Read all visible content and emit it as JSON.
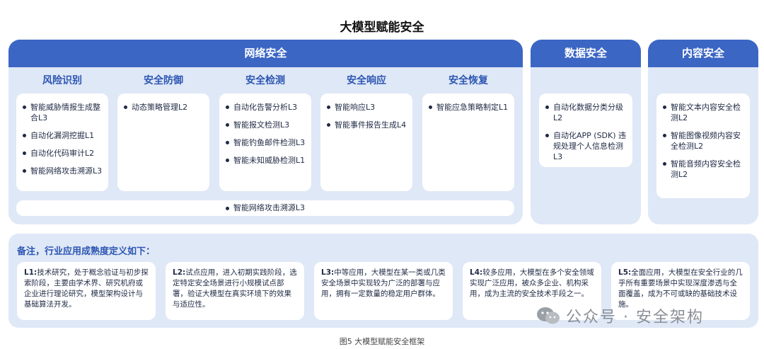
{
  "title": "大模型赋能安全",
  "network": {
    "header": "网络安全",
    "columns": [
      {
        "title": "风险识别",
        "items": [
          "智能威胁情报生成整合L3",
          "自动化漏洞挖掘L1",
          "自动化代码审计L2",
          "智能网络攻击溯源L3"
        ]
      },
      {
        "title": "安全防御",
        "items": [
          "动态策略管理L2"
        ]
      },
      {
        "title": "安全检测",
        "items": [
          "自动化告警分析L3",
          "智能报文检测L3",
          "智能钓鱼邮件检测L3",
          "智能未知威胁检测L1"
        ]
      },
      {
        "title": "安全响应",
        "items": [
          "智能响应L3",
          "智能事件报告生成L4"
        ]
      },
      {
        "title": "安全恢复",
        "items": [
          "智能应急策略制定L1"
        ]
      }
    ],
    "wide_item": "智能网络攻击溯源L3"
  },
  "data_security": {
    "header": "数据安全",
    "items": [
      "自动化数据分类分级L2",
      "自动化APP (SDK) 违规处理个人信息检测L3"
    ]
  },
  "content_security": {
    "header": "内容安全",
    "items": [
      "智能文本内容安全检测L2",
      "智能图像视频内容安全检测L2",
      "智能音频内容安全检测L2"
    ]
  },
  "notes": {
    "title": "备注，行业应用成熟度定义如下：",
    "levels": [
      {
        "label": "L1:",
        "text": "技术研究，处于概念验证与初步探索阶段，主要由学术界、研究机府或企业进行理论研究，模型架构设计与基础算法开发。"
      },
      {
        "label": "L2:",
        "text": "试点应用，进入初期实践阶段，选定特定安全场景进行小规模试点部署，验证大模型在真实环境下的效果与适应性。"
      },
      {
        "label": "L3:",
        "text": "中等应用，大模型在某一类或几类安全场景中实现较为广泛的部署与应用，拥有一定数量的稳定用户群体。"
      },
      {
        "label": "L4:",
        "text": "较多应用，大模型在多个安全领域实现广泛应用，被众多企业、机构采用，成为主流的安全技术手段之一。"
      },
      {
        "label": "L5:",
        "text": "全面应用，大模型在安全行业的几乎所有重要场景中实现深度渗透与全面覆盖，成为不可或缺的基础技术设施。"
      }
    ]
  },
  "watermark": "公众号 · 安全架构",
  "caption": "图5 大模型赋能安全框架",
  "colors": {
    "accent": "#3b66c4",
    "panel": "#dfe8f6",
    "title_blue": "#2d56b3"
  }
}
